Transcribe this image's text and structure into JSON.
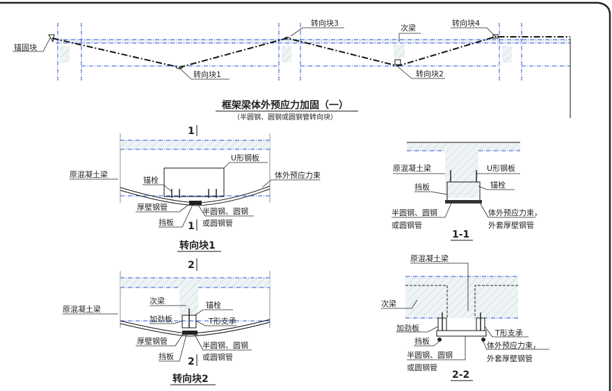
{
  "elevation": {
    "labels": {
      "anchor_block": "锚固块",
      "deviator_1": "转向块1",
      "deviator_2": "转向块2",
      "deviator_3": "转向块3",
      "deviator_4": "转向块4",
      "secondary_beam": "次梁"
    },
    "title": "框架梁体外预应力加固（一）",
    "subtitle": "（半圆钢、圆钢或圆钢管转向块）"
  },
  "detail_1": {
    "section_mark": "1",
    "title": "转向块1",
    "labels": {
      "concrete_beam": "原混凝土梁",
      "u_plate": "U形钢板",
      "tendon": "体外预应力束",
      "anchor_bolt": "锚栓",
      "thick_pipe": "厚壁钢管",
      "round_steel_1": "半圆钢、圆钢",
      "round_steel_2": "或圆钢管",
      "baffle": "挡板"
    }
  },
  "section_1_1": {
    "title": "1-1",
    "labels": {
      "concrete_beam": "原混凝土梁",
      "u_plate": "U形钢板",
      "baffle": "挡板",
      "anchor_bolt": "锚栓",
      "round_steel_1": "半圆钢、圆钢",
      "round_steel_2": "或圆钢管",
      "tendon_1": "体外预应力束，",
      "tendon_2": "外套厚壁钢管"
    }
  },
  "detail_2": {
    "section_mark": "2",
    "title": "转向块2",
    "labels": {
      "concrete_beam": "原混凝土梁",
      "secondary_beam": "次梁",
      "anchor_bolt": "锚栓",
      "stiffener": "加劲板",
      "t_support": "T形支承",
      "thick_pipe": "厚壁钢管",
      "round_steel_1": "半圆钢、圆钢",
      "round_steel_2": "或圆钢管",
      "baffle": "挡板"
    }
  },
  "section_2_2": {
    "title": "2-2",
    "labels": {
      "concrete_beam": "原混凝土梁",
      "secondary_beam": "次梁",
      "stiffener": "加劲板",
      "t_support": "T形支承",
      "baffle": "挡板",
      "tendon_1": "体外预应力束，",
      "tendon_2": "外套厚壁钢管",
      "round_steel_1": "半圆钢、圆钢",
      "round_steel_2": "或圆钢管"
    }
  }
}
